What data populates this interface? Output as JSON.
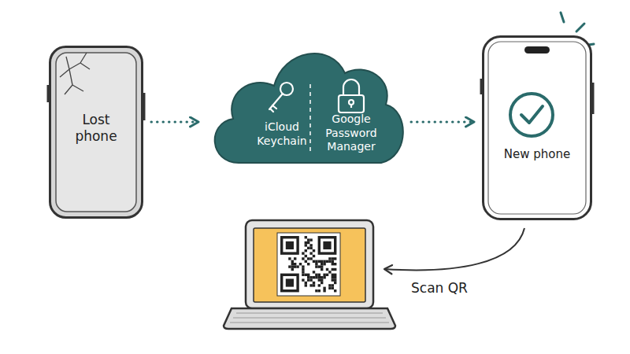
{
  "diagram": {
    "nodes": [
      {
        "text": [
          "Lost phone"
        ]
      },
      {
        "text": [
          "iCloud Keychain",
          "Google Password Manager"
        ]
      },
      {
        "text": [
          "New phone"
        ]
      }
    ],
    "edges": [
      {
        "from": 0,
        "to": 1,
        "arrow": "to"
      },
      {
        "from": 1,
        "to": 2,
        "arrow": "to"
      }
    ],
    "labels": [
      "Scan QR"
    ]
  }
}
